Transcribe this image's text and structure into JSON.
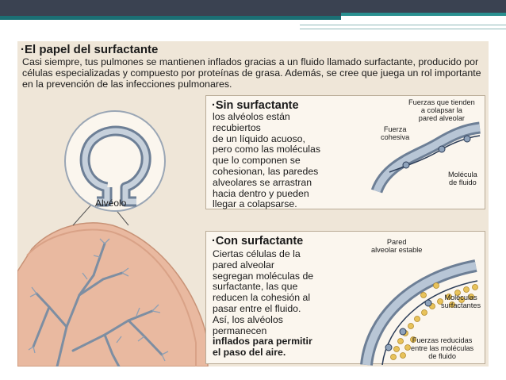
{
  "slide": {
    "colors": {
      "header_dark": "#3a4251",
      "header_teal": "#1b6f74",
      "poster_bg": "#efe6d8"
    }
  },
  "poster": {
    "title": "·El papel del surfactante",
    "intro": "Casi siempre, tus pulmones se mantienen inflados gracias a un fluido llamado surfactante, producido por células especializadas y compuesto por proteínas de grasa. Además, se cree que juega un rol importante en la prevención de las infecciones pulmonares.",
    "alveolo_label": "Alvéolo"
  },
  "sin_surfactante": {
    "title": "·Sin surfactante",
    "lines": [
      "los alvéolos están",
      "recubiertos",
      "de un líquido acuoso,",
      "pero como las moléculas",
      "que lo componen se",
      "cohesionan, las paredes",
      "alveolares se arrastran",
      "hacia dentro y pueden",
      "llegar a colapsarse."
    ],
    "label_forces": [
      "Fuerzas que tienden",
      "a colapsar la",
      "pared alveolar"
    ],
    "label_cohesive": [
      "Fuerza",
      "cohesiva"
    ],
    "label_molecule": [
      "Molécula",
      "de fluido"
    ]
  },
  "con_surfactante": {
    "title": "·Con surfactante",
    "lines": [
      "Ciertas células de la",
      "pared alveolar",
      "segregan moléculas de",
      "surfactante, las que",
      "reducen la cohesión al",
      "pasar entre el fluido.",
      "Así, los alvéolos",
      "permanecen"
    ],
    "bold_lines": [
      "inflados para permitir",
      "el paso del aire."
    ],
    "label_wall": [
      "Pared",
      "alveolar estable"
    ],
    "label_molecules": [
      "Moléculas",
      "surfactantes"
    ],
    "label_reduced": [
      "Fuerzas reducidas",
      "entre las moléculas",
      "de fluido"
    ]
  }
}
